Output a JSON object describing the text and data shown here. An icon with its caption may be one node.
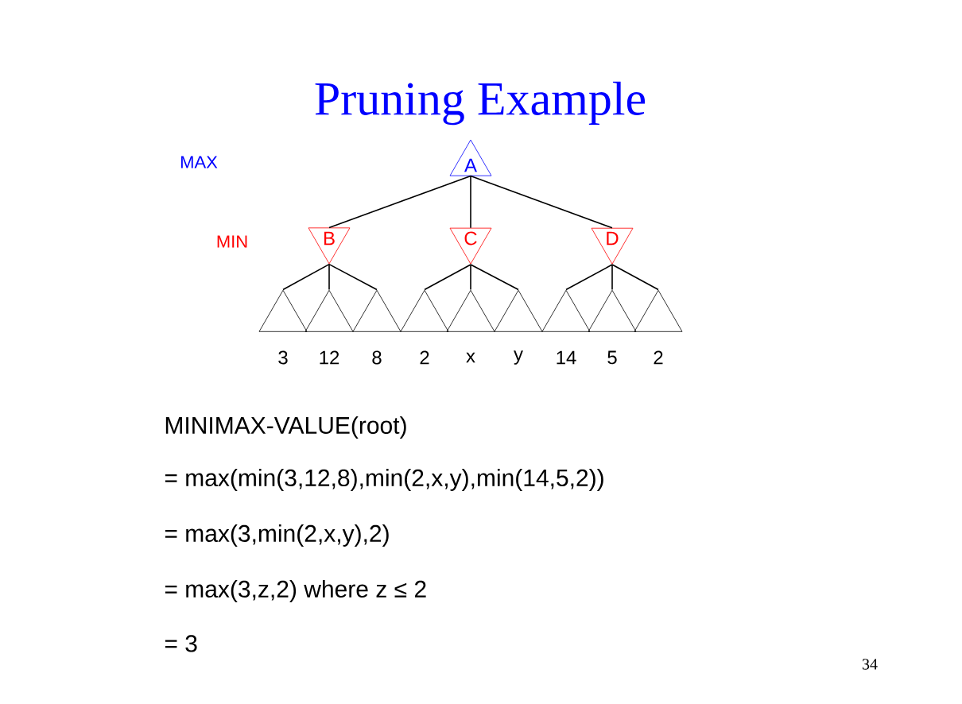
{
  "diagram": {
    "title": "Pruning Example",
    "nodes": [
      {
        "text": [
          "A"
        ]
      },
      {
        "text": [
          "B"
        ]
      },
      {
        "text": [
          "C"
        ]
      },
      {
        "text": [
          "D"
        ]
      },
      {
        "text": [],
        "shape": "triangle",
        "beside": [
          "3"
        ]
      },
      {
        "text": [],
        "shape": "triangle",
        "beside": [
          "12"
        ]
      },
      {
        "text": [],
        "shape": "triangle",
        "beside": [
          "8"
        ]
      },
      {
        "text": [],
        "shape": "triangle",
        "beside": [
          "2"
        ]
      },
      {
        "text": [],
        "shape": "triangle",
        "beside": [
          "x"
        ]
      },
      {
        "text": [],
        "shape": "triangle",
        "beside": [
          "y"
        ]
      },
      {
        "text": [],
        "shape": "triangle",
        "beside": [
          "14"
        ]
      },
      {
        "text": [],
        "shape": "triangle",
        "beside": [
          "5"
        ]
      },
      {
        "text": [],
        "shape": "triangle",
        "beside": [
          "2"
        ]
      }
    ],
    "edges": [
      {
        "from": 0,
        "to": 1,
        "arrow": "none"
      },
      {
        "from": 0,
        "to": 2,
        "arrow": "none"
      },
      {
        "from": 0,
        "to": 3,
        "arrow": "none"
      },
      {
        "from": 1,
        "to": 4,
        "arrow": "none"
      },
      {
        "from": 1,
        "to": 5,
        "arrow": "none"
      },
      {
        "from": 1,
        "to": 6,
        "arrow": "none"
      },
      {
        "from": 2,
        "to": 7,
        "arrow": "none"
      },
      {
        "from": 2,
        "to": 8,
        "arrow": "none"
      },
      {
        "from": 2,
        "to": 9,
        "arrow": "none"
      },
      {
        "from": 3,
        "to": 10,
        "arrow": "none"
      },
      {
        "from": 3,
        "to": 11,
        "arrow": "none"
      },
      {
        "from": 3,
        "to": 12,
        "arrow": "none"
      }
    ],
    "labels": [
      "MAX",
      "MIN",
      "MINIMAX-VALUE(root)",
      "= max(min(3,12,8),min(2,x,y),min(14,5,2))",
      "= max(3,min(2,x,y),2)",
      "= max(3,z,2) where z ≤ 2",
      "= 3",
      "34"
    ]
  }
}
